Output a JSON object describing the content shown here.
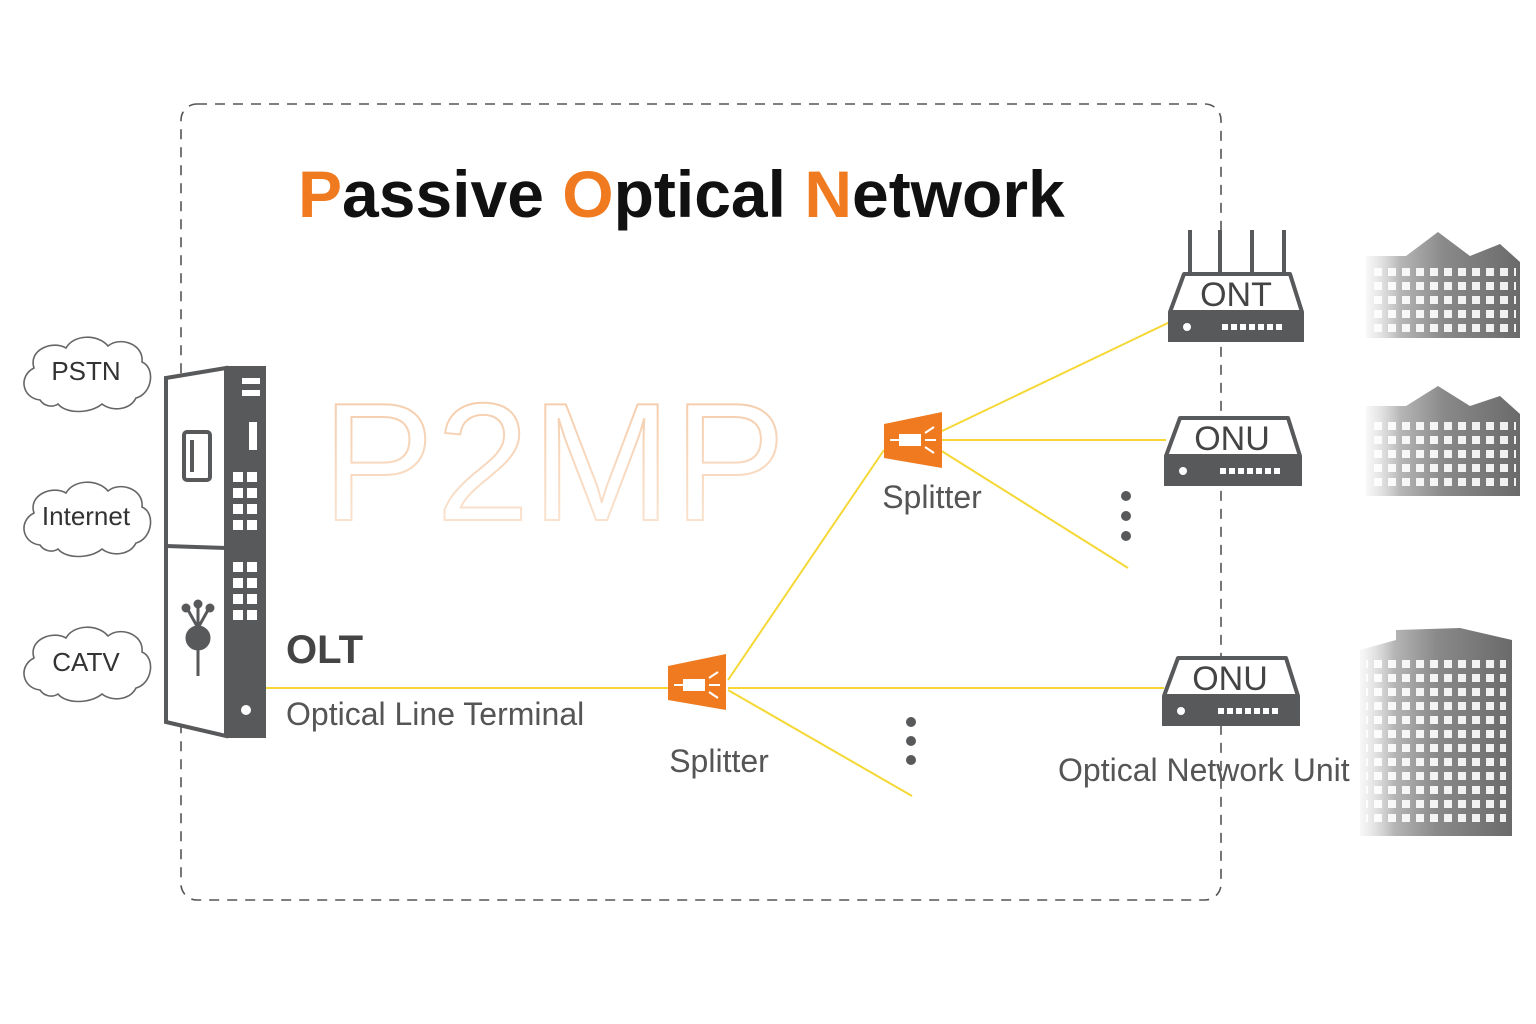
{
  "title": {
    "words": [
      {
        "initial": "P",
        "rest": "assive"
      },
      {
        "initial": "O",
        "rest": "ptical"
      },
      {
        "initial": "N",
        "rest": "etwork"
      }
    ]
  },
  "watermark": "P2MP",
  "services": [
    "PSTN",
    "Internet",
    "CATV"
  ],
  "olt": {
    "abbr": "OLT",
    "full": "Optical Line Terminal"
  },
  "splitters": {
    "top": "Splitter",
    "bottom": "Splitter"
  },
  "devices": {
    "ont": "ONT",
    "onu_top": "ONU",
    "onu_bottom": "ONU"
  },
  "onu_full": "Optical Network Unit",
  "colors": {
    "accent": "#f07a1f",
    "fiber": "#f5d835",
    "device": "#58595b",
    "text": "#111111",
    "label": "#555555",
    "dash": "#555555"
  },
  "icons": [
    "cloud-icon",
    "olt-rack-icon",
    "splitter-icon",
    "router-icon",
    "building-icon",
    "ellipsis-icon"
  ]
}
